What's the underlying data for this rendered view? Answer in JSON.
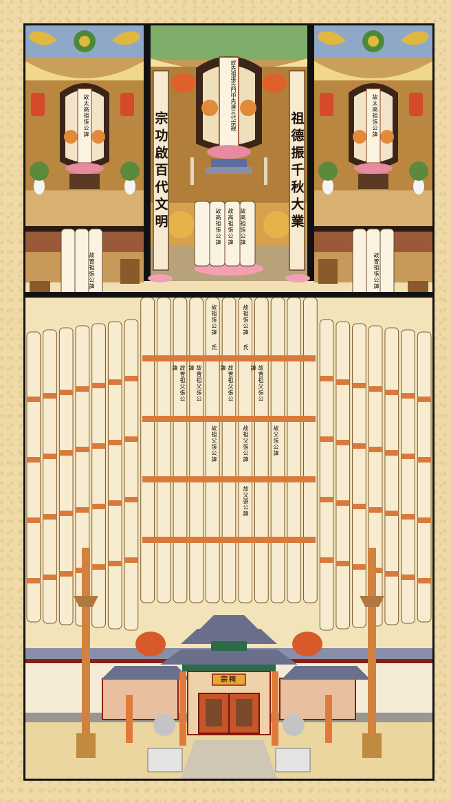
{
  "couplet": {
    "left": "宗功啟百代文明",
    "right": "祖德振千秋大業"
  },
  "shrine": {
    "center_tablet": "故先祖張氏門中先遠三代宗親",
    "left_tablet": "故太高祖張公諱",
    "right_tablet": "故太高祖張公諱",
    "side_char": "氏"
  },
  "tablets": {
    "gao_zu": "故高祖張公諱",
    "zeng_zu": "故曾祖張公諱",
    "zu": "故祖張公諱",
    "zu_fu": "故曾祖父張公諱",
    "zu_fu2": "故祖父張公諱",
    "fu": "故父張公諱",
    "shi": "氏"
  },
  "gate": {
    "sign": "宗祠"
  },
  "colors": {
    "frame": "#111111",
    "panel": "#f8ecd0",
    "band": "#d97a3c",
    "gold": "#c9963a",
    "wood": "#c98a3a",
    "roof": "#6a6f8c",
    "red": "#b23a1c"
  }
}
